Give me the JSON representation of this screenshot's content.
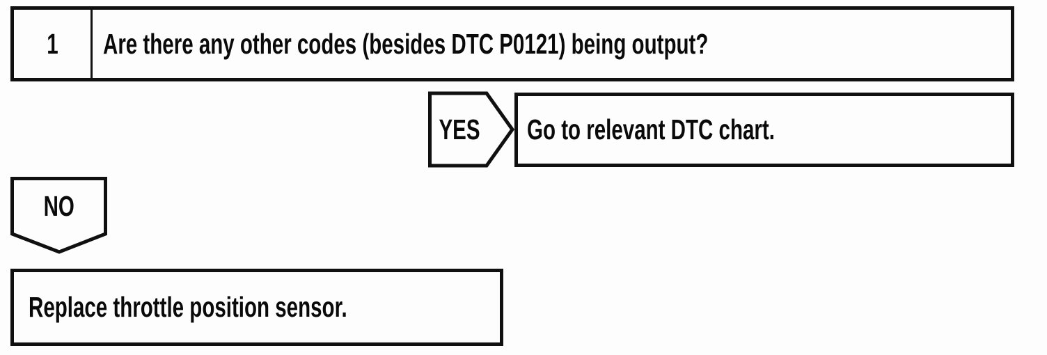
{
  "flowchart": {
    "step": {
      "number": "1",
      "question": "Are there any other codes (besides DTC P0121) being output?"
    },
    "yes_branch": {
      "label": "YES",
      "action": "Go to relevant DTC chart."
    },
    "no_branch": {
      "label": "NO",
      "action": "Replace throttle position sensor."
    },
    "colors": {
      "ink": "#0a0a0a",
      "paper": "#fdfdfd"
    }
  }
}
